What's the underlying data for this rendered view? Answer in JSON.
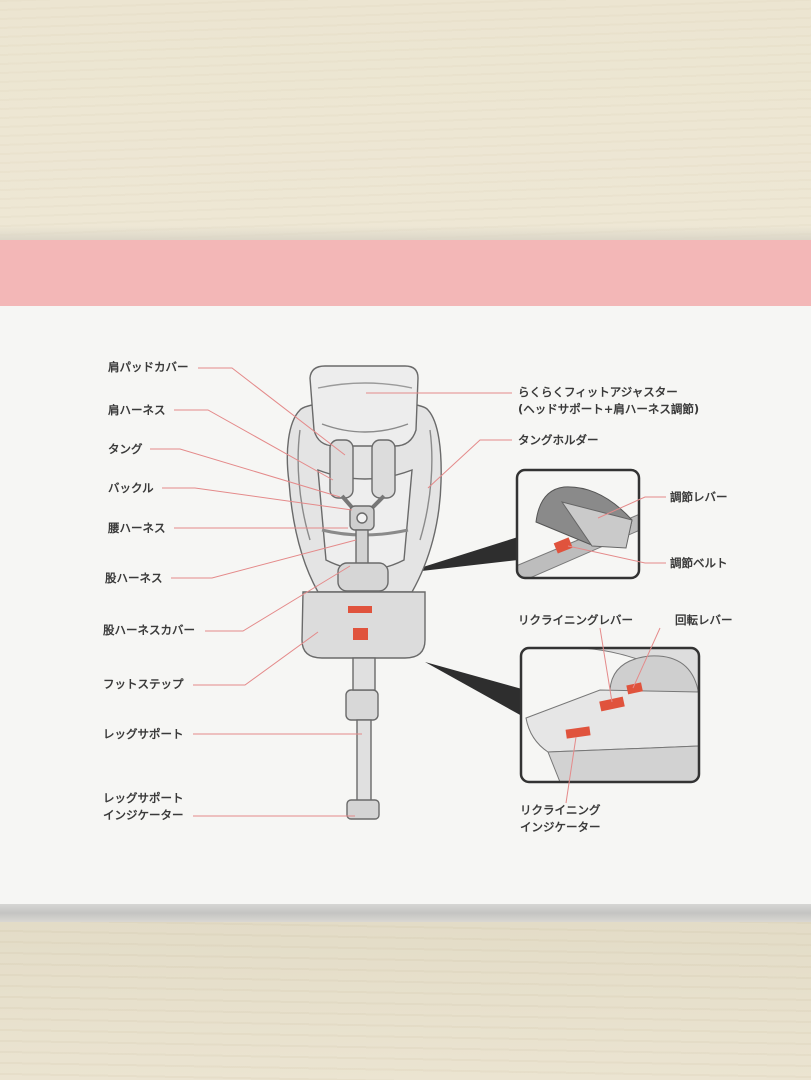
{
  "colors": {
    "band": "#f3b7b7",
    "page": "#f6f6f4",
    "leader": "#e48a8a",
    "accent_red": "#e0533d"
  },
  "labels": {
    "shoulder_pad_cover": "肩パッドカバー",
    "shoulder_harness": "肩ハーネス",
    "tongue": "タング",
    "buckle": "バックル",
    "waist_harness": "腰ハーネス",
    "crotch_harness": "股ハーネス",
    "crotch_harness_cover": "股ハーネスカバー",
    "foot_step": "フットステップ",
    "leg_support": "レッグサポート",
    "leg_support_indicator": [
      "レッグサポート",
      "インジケーター"
    ],
    "fit_adjuster": [
      "らくらくフィットアジャスター",
      "(ヘッドサポート+肩ハーネス調節)"
    ],
    "tongue_holder": "タングホルダー",
    "adjust_lever": "調節レバー",
    "adjust_belt": "調節ベルト",
    "reclining_lever": "リクライニングレバー",
    "rotation_lever": "回転レバー",
    "reclining_indicator": [
      "リクライニング",
      "インジケーター"
    ]
  }
}
